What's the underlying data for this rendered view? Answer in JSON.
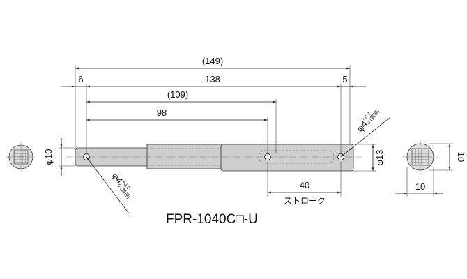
{
  "dimensions": {
    "overall_length": "(149)",
    "left_offset": "6",
    "rod_span": "138",
    "right_offset": "5",
    "retracted_length": "(109)",
    "inner_length": "98",
    "stroke_length": "40",
    "stroke_label": "ストローク",
    "left_height": "φ10",
    "right_diameter": "φ13",
    "end_view_width": "10",
    "end_view_height": "10",
    "hole_diameter_main": "φ4",
    "hole_tolerance_upper": "+0.2",
    "hole_tolerance_lower": "0",
    "hole_note": "(貫通)"
  },
  "part_number": "FPR-1040C□-U",
  "colors": {
    "body": "#cfcfcf",
    "line": "#222222"
  }
}
